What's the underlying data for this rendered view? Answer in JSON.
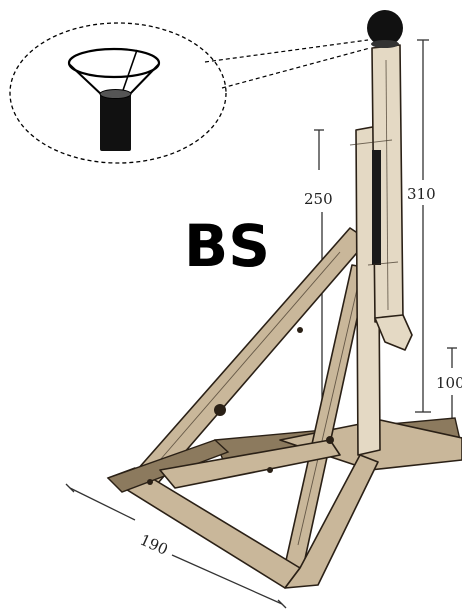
{
  "diagram": {
    "label": "BS",
    "dimensions": {
      "total_height": "310",
      "column_height": "250",
      "spout_height": "100",
      "base_length": "190"
    },
    "inset": {
      "shape": "funnel-with-container"
    }
  }
}
